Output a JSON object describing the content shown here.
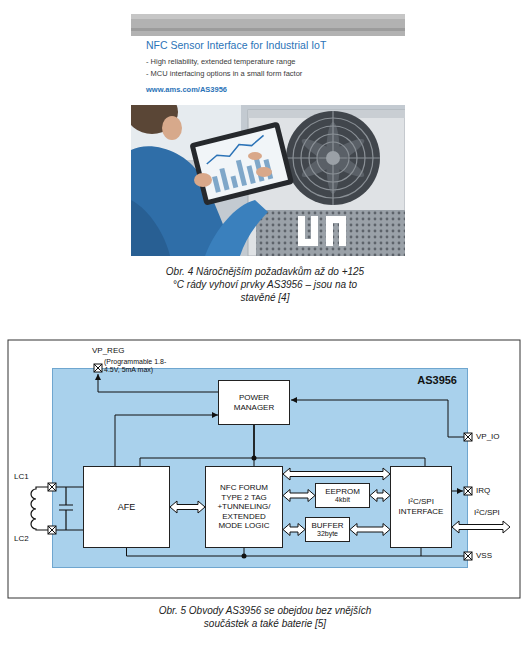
{
  "diagram": {
    "caption": "Obr. 5 Obvody AS3956 se obejdou bez vnějších součástek a také baterie [5]",
    "nodes": [
      {
        "text": [
          "AS3956"
        ]
      },
      {
        "text": [
          "POWER MANAGER"
        ],
        "in": 0
      },
      {
        "text": [
          "AFE"
        ],
        "in": 0
      },
      {
        "text": [
          "NFC FORUM TYPE 2 TAG +TUNNELING/ EXTENDED MODE LOGIC"
        ],
        "in": 0
      },
      {
        "text": [
          "EEPROM",
          "4kbit"
        ],
        "in": 0
      },
      {
        "text": [
          "BUFFER",
          "32byte"
        ],
        "in": 0
      },
      {
        "text": [
          "I²C/SPI INTERFACE"
        ],
        "in": 0
      }
    ],
    "edges": [
      {
        "from": 2,
        "to": 3,
        "arrow": "both"
      },
      {
        "from": 3,
        "to": 6,
        "arrow": "both"
      },
      {
        "from": 3,
        "to": 4,
        "arrow": "both"
      },
      {
        "from": 4,
        "to": 6,
        "arrow": "both"
      },
      {
        "from": 3,
        "to": 5,
        "arrow": "both"
      },
      {
        "from": 5,
        "to": 6,
        "arrow": "both"
      },
      {
        "from": 2,
        "to": 1,
        "arrow": "to"
      },
      {
        "from": 1,
        "to": 2,
        "arrow": "none"
      },
      {
        "from": 1,
        "to": 3,
        "arrow": "none"
      },
      {
        "from": 1,
        "to": 6,
        "arrow": "none"
      }
    ],
    "labels": [
      "NFC Sensor Interface for Industrial IoT",
      "- High reliability, extended temperature range",
      "- MCU interfacing options in a small form factor",
      "www.ams.com/AS3956",
      "Obr. 4 Náročnějším požadavkům až do +125 °C rády vyhoví prvky AS3956 – jsou na to stavěné [4]",
      "VP_REG",
      "(Programmable 1.8-4.5V, 5mA max)",
      "LC1",
      "LC2",
      "VP_IO",
      "IRQ",
      "I²C/SPI",
      "VSS"
    ]
  }
}
